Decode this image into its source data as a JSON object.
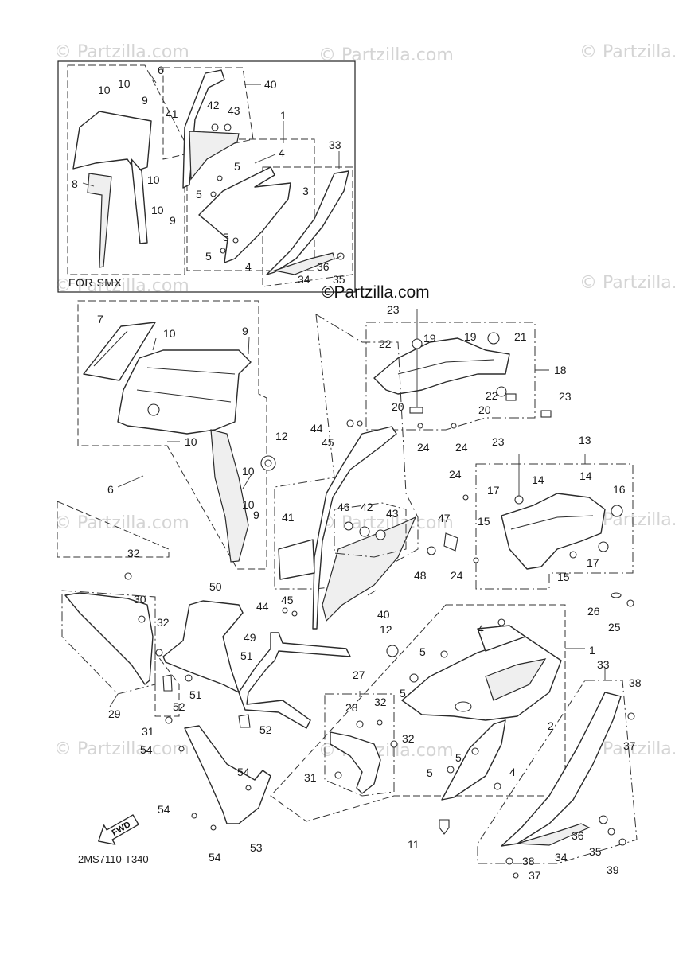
{
  "diagram_code": "2MS7110-T340",
  "inset_label": "FOR SMX",
  "watermark_text": "© Partzilla.com",
  "brand_center": "©Partzilla.com",
  "fwd_label": "FWD",
  "colors": {
    "line": "#2b2b2b",
    "watermark": "#d4d4d4",
    "background": "#ffffff"
  },
  "callouts": {
    "inset": [
      "6",
      "10",
      "10",
      "9",
      "40",
      "41",
      "42",
      "43",
      "1",
      "4",
      "33",
      "5",
      "5",
      "3",
      "8",
      "10",
      "10",
      "9",
      "5",
      "5",
      "4",
      "34",
      "36",
      "35"
    ],
    "upper_left": [
      "7",
      "10",
      "9",
      "10",
      "6",
      "12",
      "10",
      "10",
      "9"
    ],
    "upper_right_18": [
      "23",
      "19",
      "19",
      "21",
      "22",
      "18",
      "22",
      "20",
      "20",
      "23",
      "24",
      "24"
    ],
    "upper_right_13": [
      "13",
      "23",
      "24",
      "17",
      "14",
      "14",
      "16",
      "15",
      "17",
      "15",
      "24",
      "26",
      "25"
    ],
    "middle": [
      "44",
      "45",
      "41",
      "46",
      "42",
      "43",
      "47",
      "48",
      "40",
      "44",
      "45",
      "12"
    ],
    "lower_left": [
      "32",
      "30",
      "32",
      "50",
      "29",
      "52",
      "51",
      "51",
      "31",
      "49",
      "52",
      "54",
      "54",
      "54",
      "54",
      "53"
    ],
    "lower_middle": [
      "27",
      "28",
      "32",
      "32",
      "31",
      "11"
    ],
    "lower_right": [
      "1",
      "4",
      "5",
      "5",
      "2",
      "33",
      "38",
      "37",
      "5",
      "5",
      "4",
      "36",
      "35",
      "39",
      "34",
      "38",
      "37"
    ]
  }
}
